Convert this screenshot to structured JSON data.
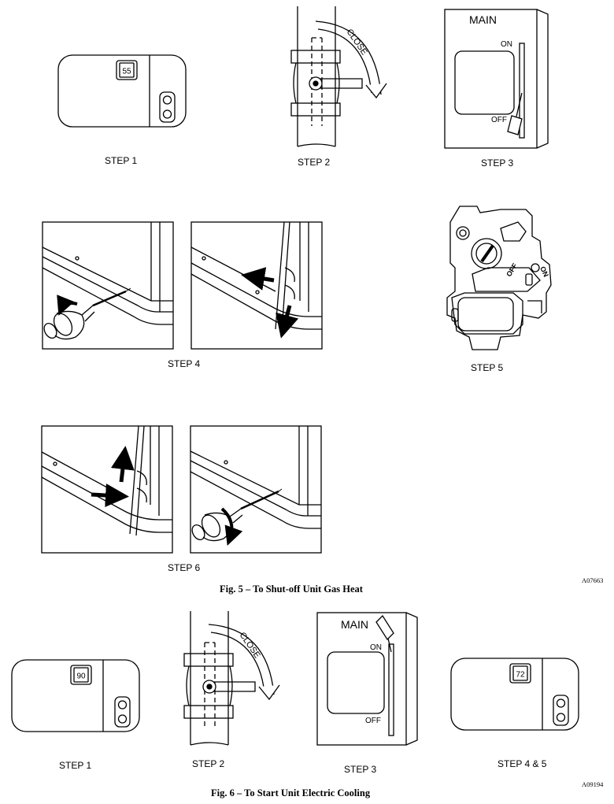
{
  "fig5": {
    "caption": "Fig. 5 – To Shut-off Unit Gas Heat",
    "code": "A07663",
    "step1": {
      "label": "STEP 1",
      "display": "55"
    },
    "step2": {
      "label": "STEP 2",
      "arrow_text": "CLOSE"
    },
    "step3": {
      "label": "STEP 3",
      "title": "MAIN",
      "on": "ON",
      "off": "OFF"
    },
    "step4": {
      "label": "STEP 4"
    },
    "step5": {
      "label": "STEP 5",
      "off_text": "OFF",
      "on_text": "ON"
    },
    "step6": {
      "label": "STEP 6"
    }
  },
  "fig6": {
    "caption": "Fig. 6 – To Start Unit Electric Cooling",
    "code": "A09194",
    "step1": {
      "label": "STEP 1",
      "display": "90"
    },
    "step2": {
      "label": "STEP 2",
      "arrow_text": "CLOSE"
    },
    "step3": {
      "label": "STEP 3",
      "title": "MAIN",
      "on": "ON",
      "off": "OFF"
    },
    "step45": {
      "label": "STEP 4 & 5",
      "display": "72"
    }
  }
}
